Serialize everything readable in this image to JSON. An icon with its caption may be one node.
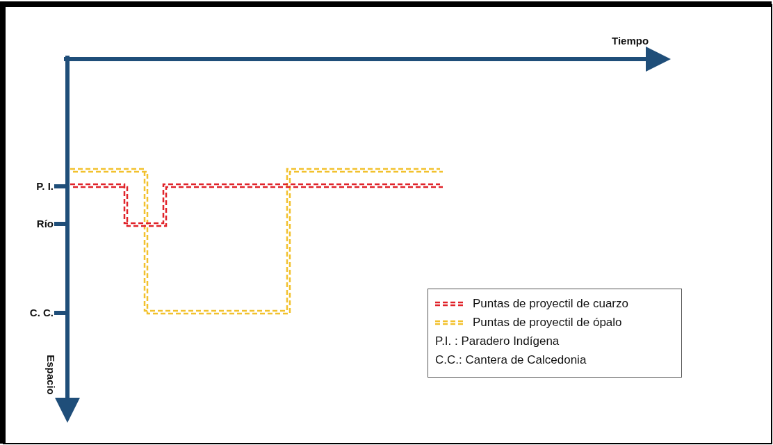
{
  "diagram": {
    "labels": [
      "Tiempo",
      "P. I.",
      "Río",
      "C. C.",
      "Espacio"
    ],
    "legend": [
      {
        "text": "Puntas de proyectil de cuarzo"
      },
      {
        "text": "Puntas de proyectil de ópalo"
      },
      {
        "text": "P.I. : Paradero Indígena"
      },
      {
        "text": "C.C.: Cantera de Calcedonia"
      }
    ]
  }
}
